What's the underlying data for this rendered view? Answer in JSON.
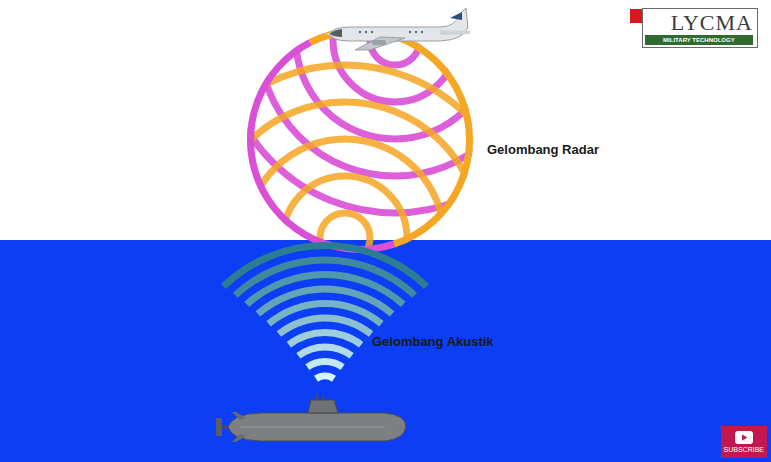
{
  "diagram": {
    "nodes": [
      {
        "text": [
          "LYCMA",
          "MILITARY TECHNOLOGY"
        ]
      },
      {
        "text": [
          "SUBSCRIBE"
        ]
      }
    ],
    "labels": [
      "Gelombang Radar",
      "Gelombang Akustik"
    ]
  }
}
